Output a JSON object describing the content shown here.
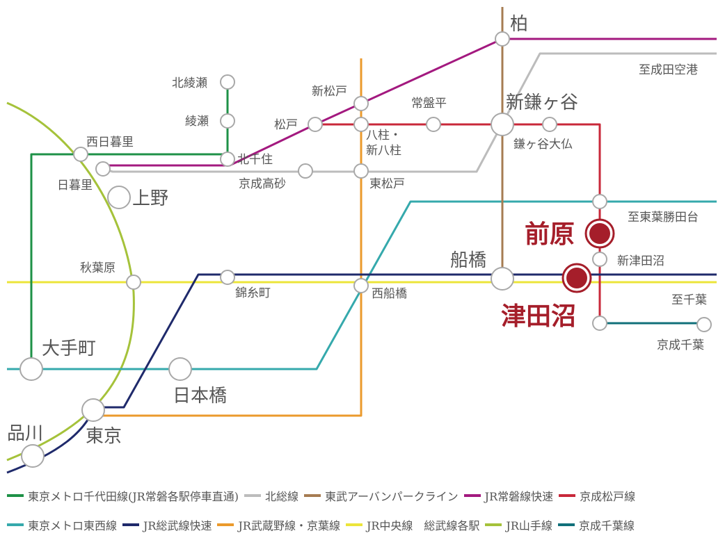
{
  "stations": {
    "kashiwa": "柏",
    "narita_airport": "至成田空港",
    "kitaayase": "北綾瀬",
    "ayase": "綾瀬",
    "shin_matsudo": "新松戸",
    "tokiwadaira": "常盤平",
    "shin_kamagaya": "新鎌ヶ谷",
    "matsudo": "松戸",
    "yabashira_1": "八柱・",
    "yabashira_2": "新八柱",
    "kamagaya_daibutsu": "鎌ヶ谷大仏",
    "nishi_nippori": "西日暮里",
    "kita_senju": "北千住",
    "nippori": "日暮里",
    "keisei_takasago": "京成高砂",
    "higashi_matsudo": "東松戸",
    "ueno": "上野",
    "to_toyo_katsutadai": "至東葉勝田台",
    "maebara": "前原",
    "shin_tsudanuma": "新津田沼",
    "akihabara": "秋葉原",
    "funabashi": "船橋",
    "kinshicho": "錦糸町",
    "nishi_funabashi": "西船橋",
    "to_chiba": "至千葉",
    "tsudanuma": "津田沼",
    "keisei_chiba": "京成千葉",
    "otemachi": "大手町",
    "nihonbashi": "日本橋",
    "shinagawa": "品川",
    "tokyo": "東京"
  },
  "legend": [
    [
      {
        "label": "東京メトロ千代田線(JR常磐各駅停車直通)",
        "color": "#1e9147"
      },
      {
        "label": "北総線",
        "color": "#bcbcbc"
      },
      {
        "label": "東武アーバンパークライン",
        "color": "#a67c52"
      },
      {
        "label": "JR常磐線快速",
        "color": "#a3197f"
      },
      {
        "label": "京成松戸線",
        "color": "#c8283a"
      }
    ],
    [
      {
        "label": "東京メトロ東西線",
        "color": "#35a9ac"
      },
      {
        "label": "JR総武線快速",
        "color": "#1f2a6b"
      },
      {
        "label": "JR武蔵野線・京葉線",
        "color": "#eb9a2c"
      },
      {
        "label": "JR中央線　総武線各駅",
        "color": "#ece53a"
      },
      {
        "label": "JR山手線",
        "color": "#a5c23a"
      },
      {
        "label": "京成千葉線",
        "color": "#11707a"
      }
    ]
  ],
  "colors": {
    "chiyoda": "#1e9147",
    "hokuso": "#bcbcbc",
    "tobu": "#a67c52",
    "joban": "#a3197f",
    "keisei_matsudo": "#c8283a",
    "tozai": "#35a9ac",
    "sobu_rapid": "#1f2a6b",
    "musashino": "#eb9a2c",
    "chuo": "#ece53a",
    "yamanote": "#a5c23a",
    "keisei_chiba": "#11707a",
    "highlight": "#a51e2a"
  }
}
